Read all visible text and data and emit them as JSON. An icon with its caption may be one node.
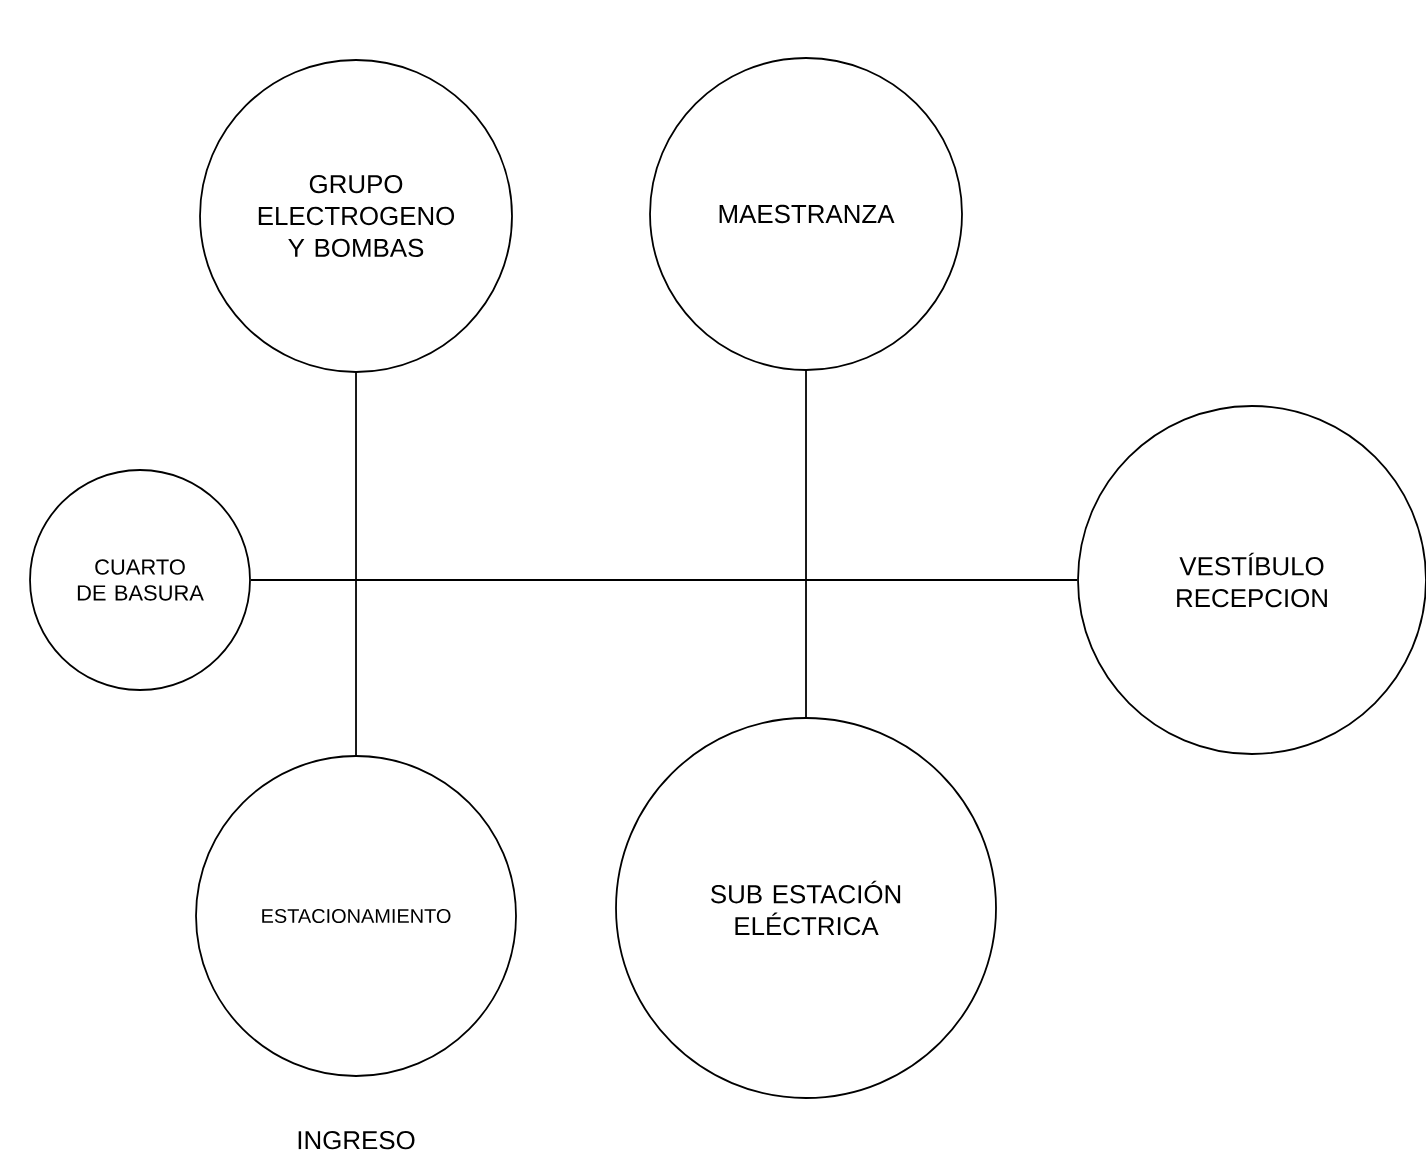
{
  "diagram": {
    "nodes": [
      {
        "text": [
          "GRUPO ELECTROGENO Y BOMBAS"
        ]
      },
      {
        "text": [
          "MAESTRANZA"
        ]
      },
      {
        "text": [
          "CUARTO DE BASURA"
        ]
      },
      {
        "text": [
          "VESTÍBULO RECEPCION"
        ]
      },
      {
        "text": [
          "ESTACIONAMIENTO"
        ],
        "beside": [
          "INGRESO"
        ]
      },
      {
        "text": [
          "SUB ESTACIÓN ELÉCTRICA"
        ]
      }
    ],
    "edges": [
      {
        "from": 2,
        "to": 3,
        "arrow": "none"
      },
      {
        "from": 0,
        "to": 4,
        "arrow": "none"
      },
      {
        "from": 1,
        "to": 5,
        "arrow": "none"
      }
    ]
  }
}
